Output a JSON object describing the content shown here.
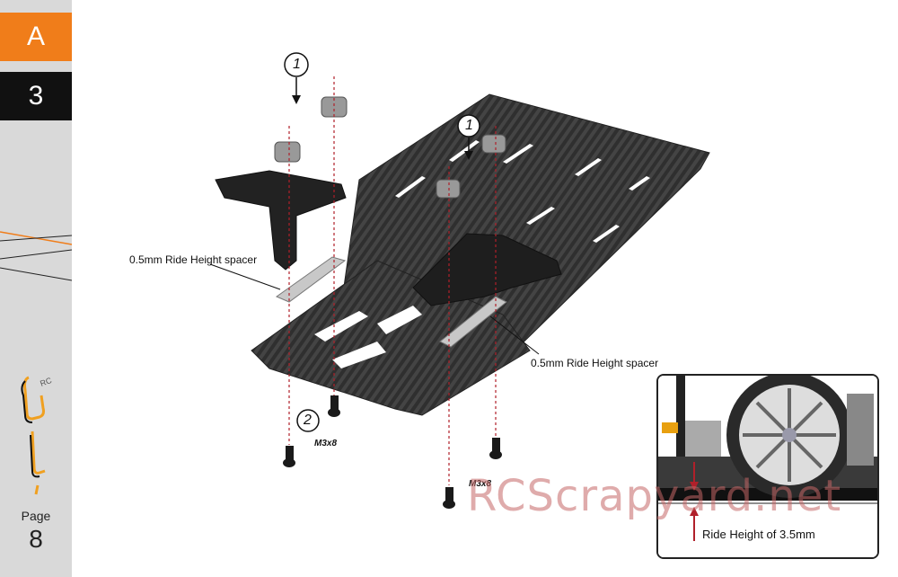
{
  "sidebar": {
    "section_letter": "A",
    "step_number": "3",
    "page_label": "Page",
    "page_number": "8"
  },
  "callouts": {
    "spacer_left": "0.5mm Ride Height spacer",
    "spacer_right": "0.5mm Ride Height spacer"
  },
  "steps": {
    "step1_a": "1",
    "step1_b": "1",
    "step2": "2"
  },
  "screws": {
    "label_left": "M3x8",
    "label_right": "M3x8"
  },
  "inset": {
    "caption": "Ride Height of 3.5mm"
  },
  "watermark": "RCScrapyard.net",
  "colors": {
    "accent_orange": "#f07d1a",
    "guide_red": "#b0202a",
    "carbon_dark": "#2b2b2b"
  }
}
